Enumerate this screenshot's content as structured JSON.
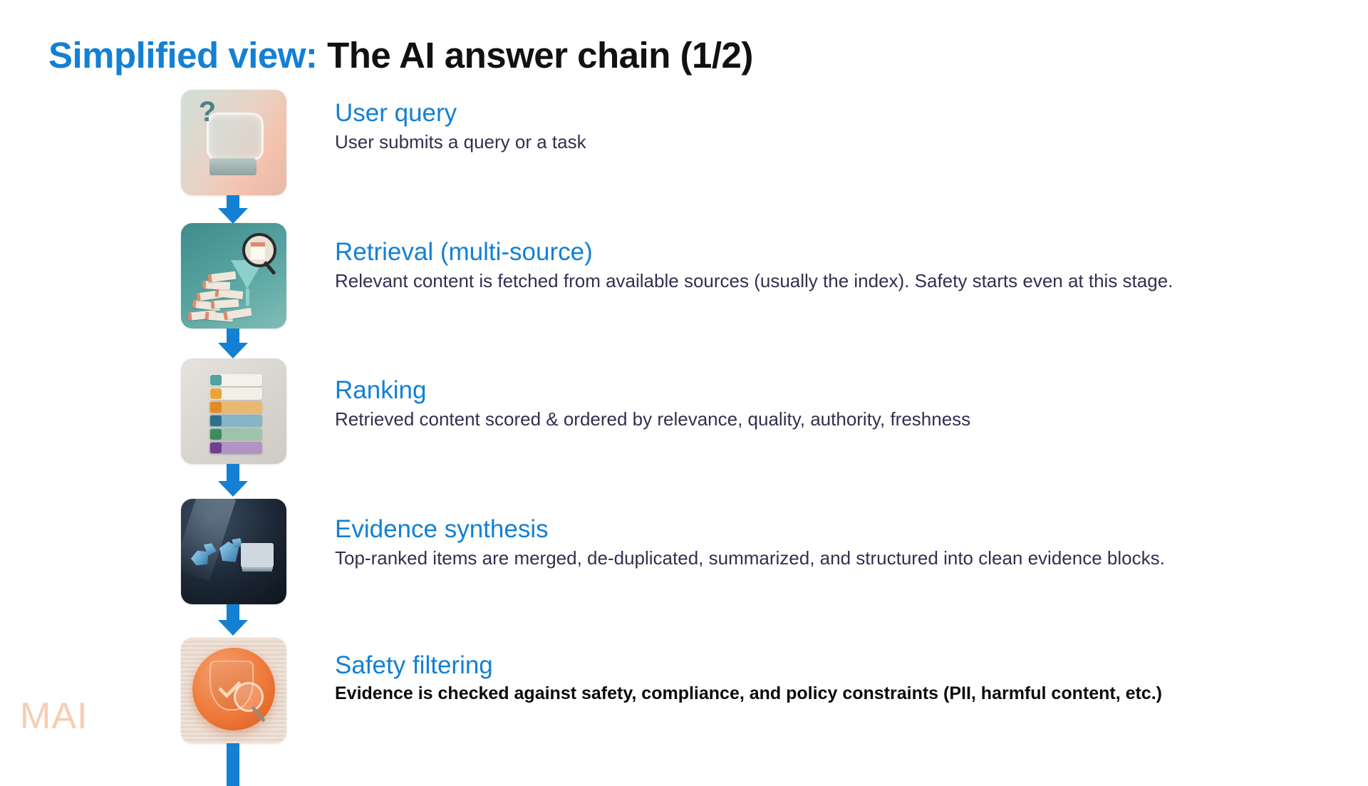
{
  "slide": {
    "title_accent": "Simplified view:",
    "title_main": "The AI answer chain (1/2)",
    "watermark": "MAI",
    "accent_color": "#1380D4",
    "title_main_color": "#111111",
    "body_text_color": "#31304F",
    "watermark_color": "#F6CDB4",
    "background_color": "#FFFFFF"
  },
  "chain": {
    "steps": [
      {
        "title": "User query",
        "description": "User submits a query or a task",
        "icon": "query-bubble-icon",
        "emphasis": "normal"
      },
      {
        "title": "Retrieval (multi-source)",
        "description": "Relevant content is fetched from available sources (usually the index). Safety starts even at this stage.",
        "icon": "documents-funnel-magnifier-icon",
        "emphasis": "normal"
      },
      {
        "title": "Ranking",
        "description": "Retrieved content scored & ordered by relevance, quality, authority, freshness",
        "icon": "ranked-list-stack-icon",
        "emphasis": "normal"
      },
      {
        "title": "Evidence synthesis",
        "description": "Top-ranked items are merged, de-duplicated, summarized, and structured into clean evidence blocks.",
        "icon": "crystal-shards-documents-icon",
        "emphasis": "normal"
      },
      {
        "title": "Safety filtering",
        "description": "Evidence is checked against safety, compliance, and policy constraints (PII, harmful content, etc.)",
        "icon": "shield-check-magnifier-icon",
        "emphasis": "strong"
      }
    ],
    "connector": {
      "shape": "down-arrow",
      "color": "#1380D4",
      "count": 5
    }
  }
}
